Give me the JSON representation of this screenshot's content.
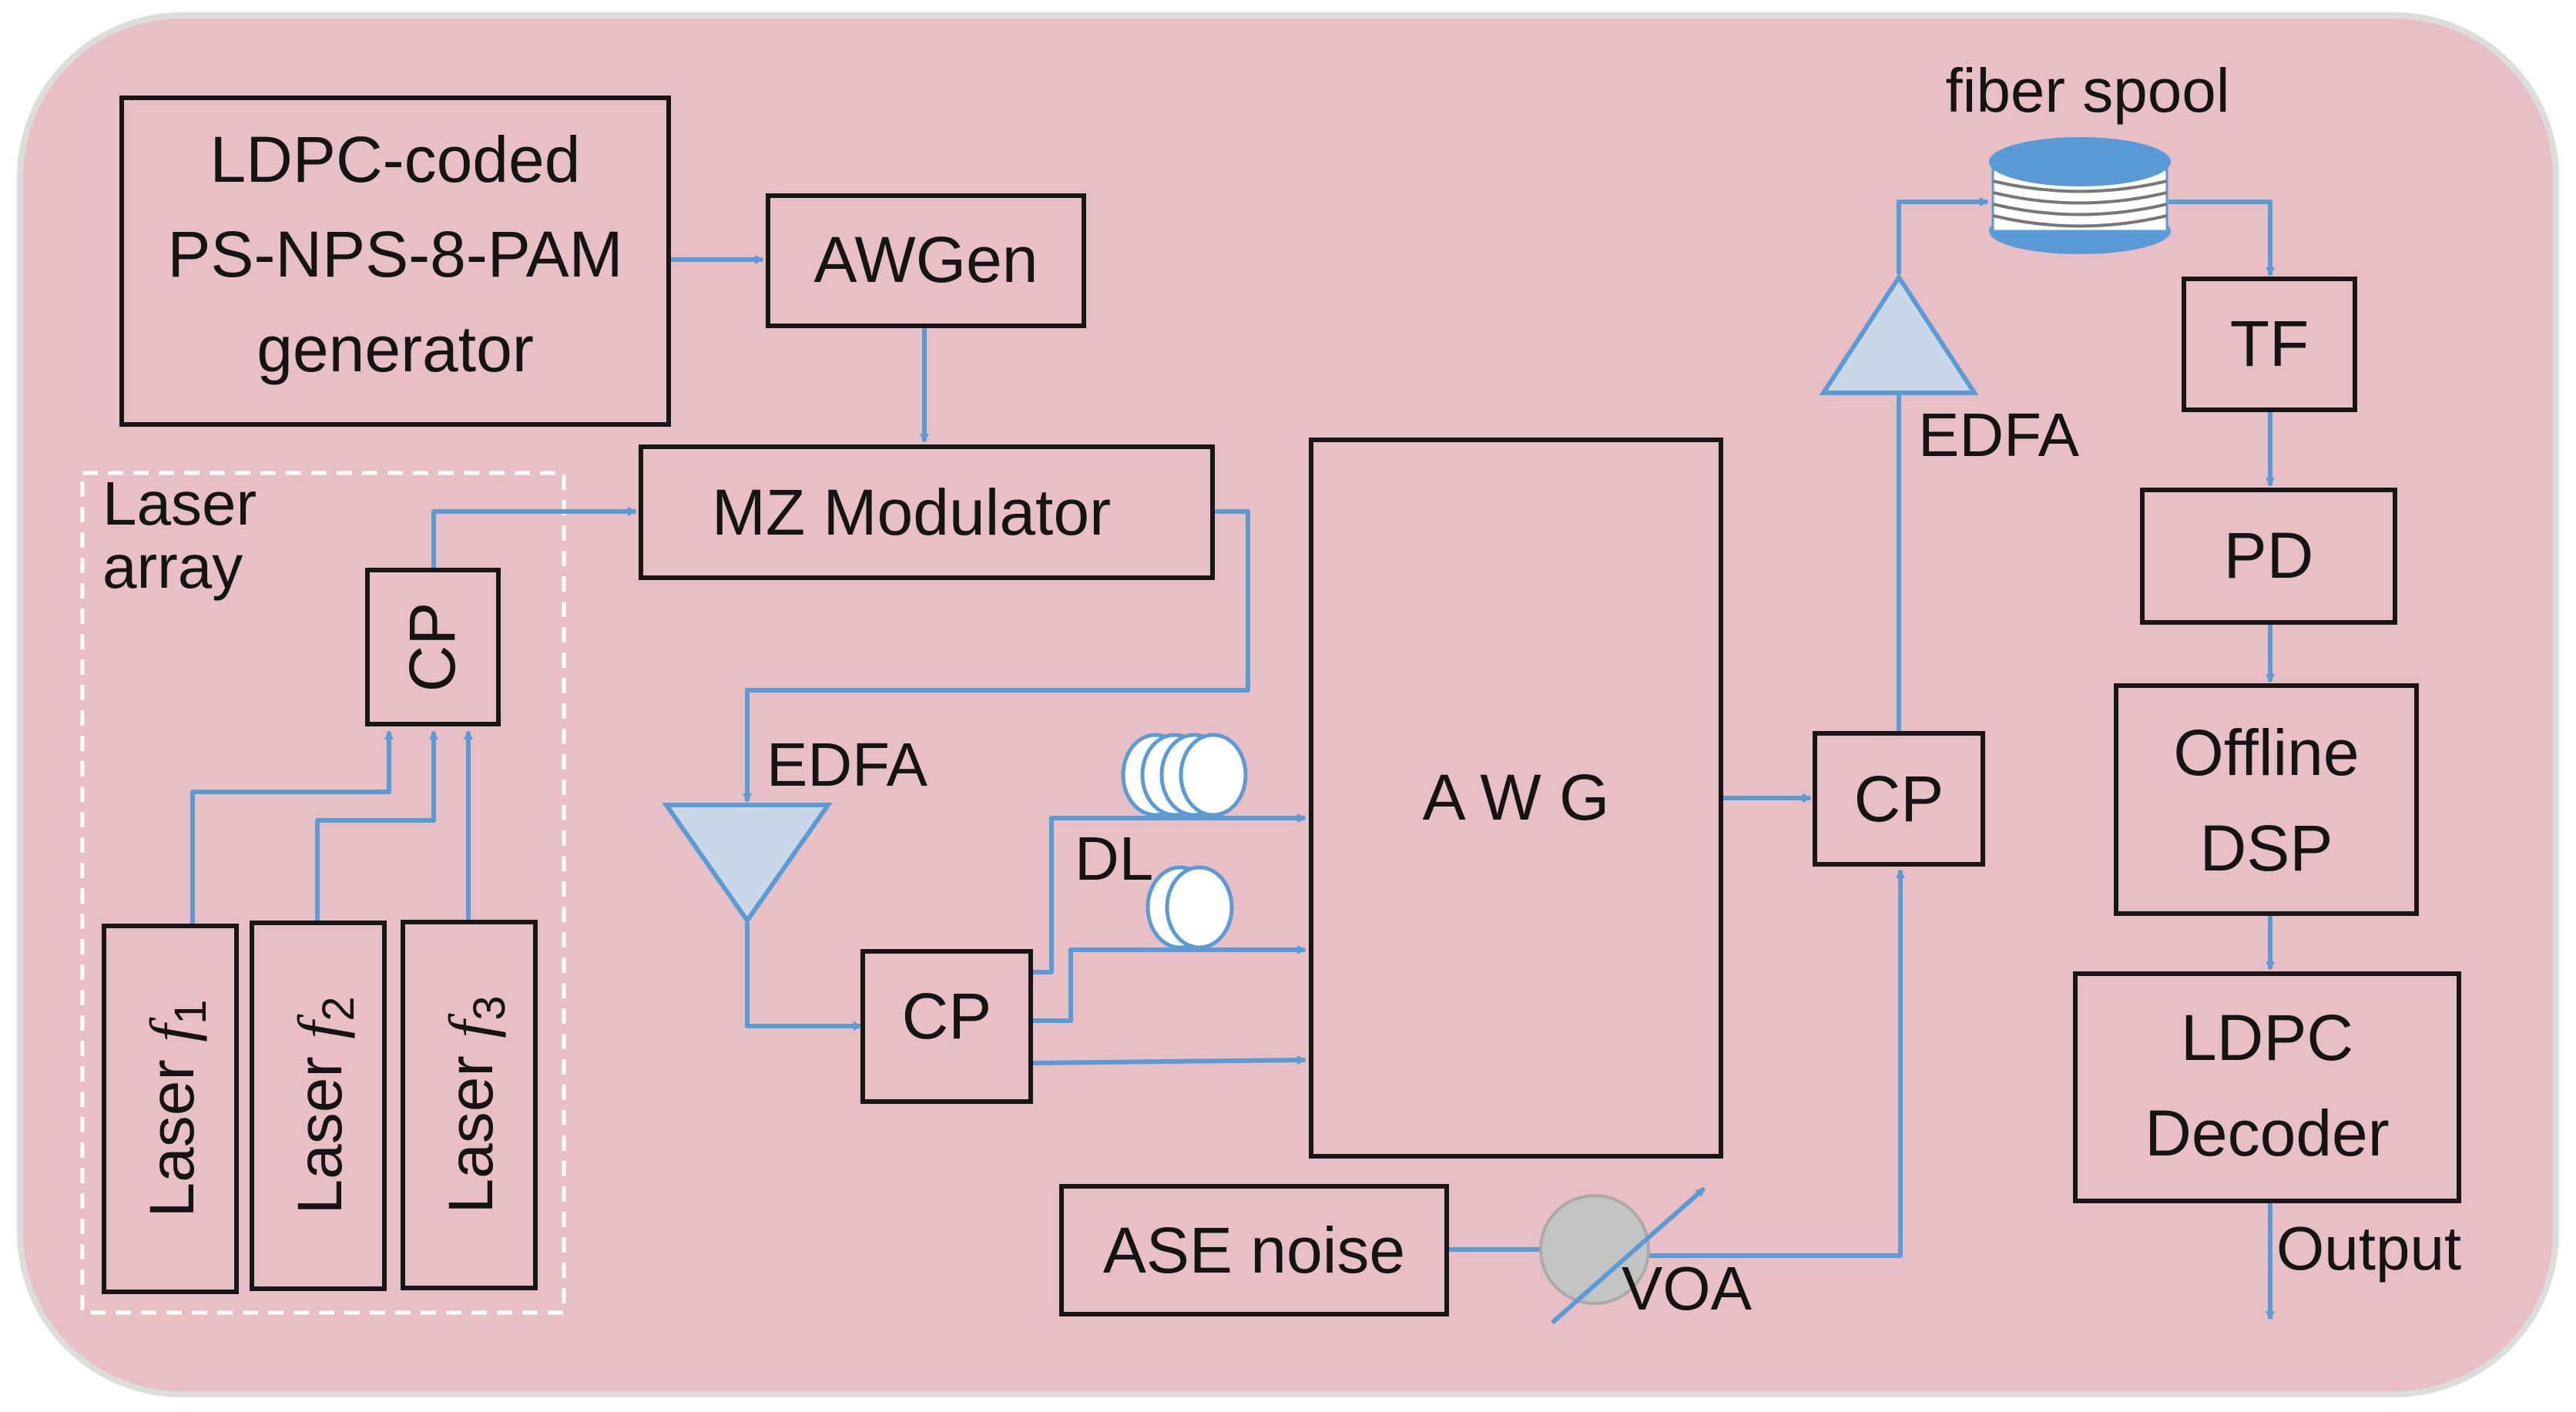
{
  "colors": {
    "panel_fill": "#e8bfc4",
    "panel_stroke": "#dcdcdc",
    "box_stroke": "#161616",
    "arrow": "#5b9bd5",
    "triangle_fill": "#c9d7e8",
    "spool_blue": "#5a9bd7"
  },
  "blocks": {
    "generator": [
      "LDPC-coded",
      "PS-NPS-8-PAM",
      "generator"
    ],
    "awgen": "AWGen",
    "mz_modulator": "MZ Modulator",
    "laser_array_label": [
      "Laser",
      "array"
    ],
    "cp_laser": "CP",
    "lasers": [
      {
        "text": "Laser ",
        "symbol": "f",
        "subscript": "1"
      },
      {
        "text": "Laser ",
        "symbol": "f",
        "subscript": "2"
      },
      {
        "text": "Laser ",
        "symbol": "f",
        "subscript": "3"
      }
    ],
    "edfa_left": "EDFA",
    "cp_split": "CP",
    "dl": "DL",
    "awg": "A W G",
    "cp_combine": "CP",
    "edfa_right": "EDFA",
    "fiber_spool": "fiber spool",
    "tf": "TF",
    "pd": "PD",
    "offline_dsp": [
      "Offline",
      "DSP"
    ],
    "ldpc_decoder": [
      "LDPC",
      "Decoder"
    ],
    "output": "Output",
    "ase_noise": "ASE noise",
    "voa": "VOA"
  }
}
